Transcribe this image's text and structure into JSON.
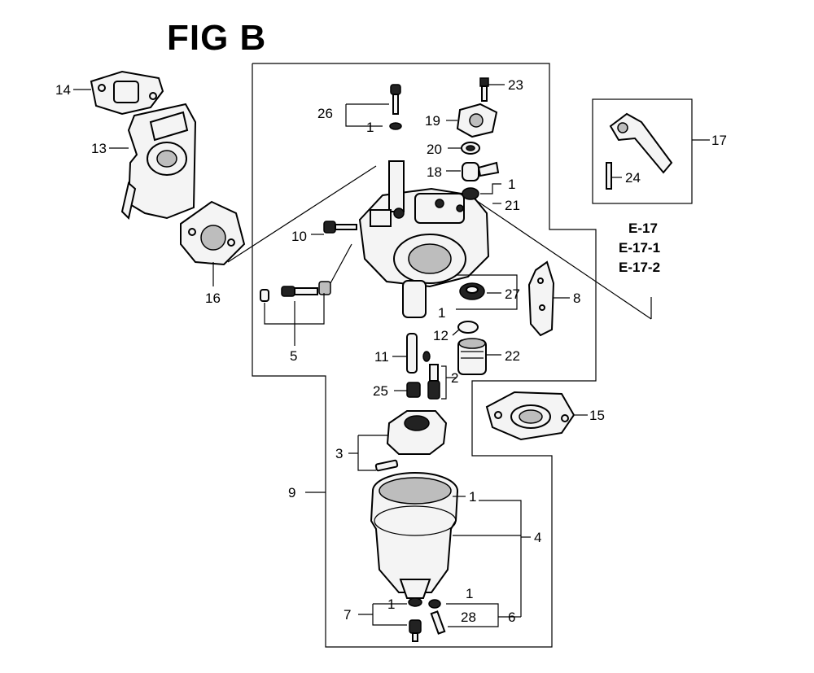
{
  "title": "FIG B",
  "refs": [
    "E-17",
    "E-17-1",
    "E-17-2"
  ],
  "callouts": {
    "c1a": "1",
    "c1b": "1",
    "c1c": "1",
    "c1d": "1",
    "c1e": "1",
    "c1f": "1",
    "c2": "2",
    "c3": "3",
    "c4": "4",
    "c5": "5",
    "c6": "6",
    "c7": "7",
    "c8": "8",
    "c9": "9",
    "c10": "10",
    "c11": "11",
    "c12": "12",
    "c13": "13",
    "c14": "14",
    "c15": "15",
    "c16": "16",
    "c17": "17",
    "c18": "18",
    "c19": "19",
    "c20": "20",
    "c21": "21",
    "c22": "22",
    "c23": "23",
    "c24": "24",
    "c25": "25",
    "c26": "26",
    "c27": "27",
    "c28": "28"
  }
}
